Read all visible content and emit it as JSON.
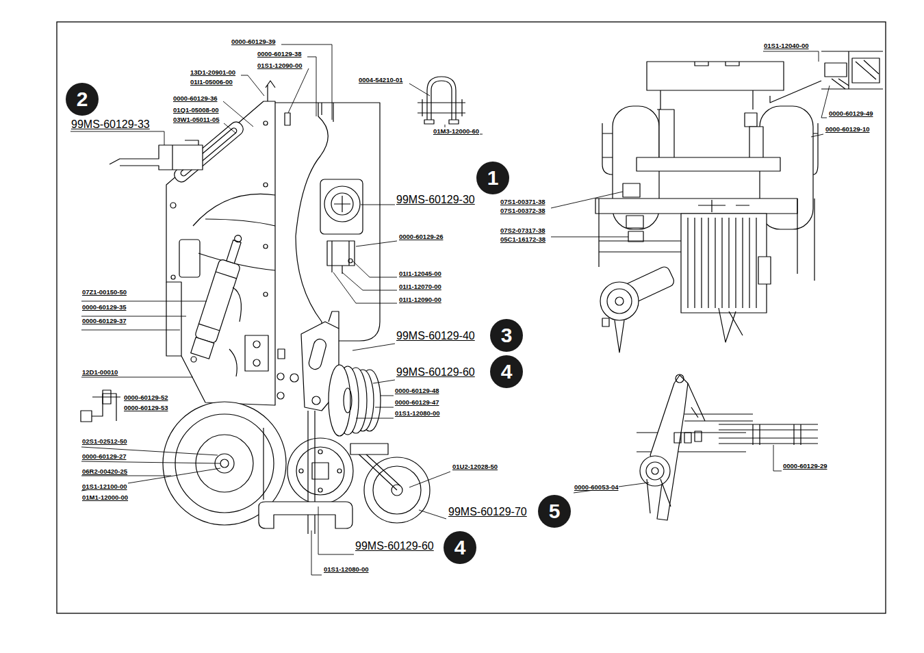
{
  "diagram": {
    "nodes": [
      {
        "text": [
          "2"
        ]
      },
      {
        "text": [
          "1"
        ]
      },
      {
        "text": [
          "3"
        ]
      },
      {
        "text": [
          "4"
        ]
      },
      {
        "text": [
          "5"
        ]
      },
      {
        "text": [
          "4"
        ]
      }
    ],
    "edges": [],
    "labels": [
      "0000-60129-39",
      "0000-60129-38",
      "01S1-12040-00",
      "01S1-12090-00",
      "13D1-20901-00",
      "0004-54210-01",
      "01I1-05006-00",
      "0000-60129-36",
      "01Q1-05008-00",
      "0000-60129-49",
      "03W1-05011-05",
      "99MS-60129-33",
      "0000-60129-10",
      "01M3-12000-60",
      "99MS-60129-30",
      "07S1-00371-38",
      "07S1-00372-38",
      "07S2-07317-38",
      "0000-60129-26",
      "05C1-16172-38",
      "01I1-12045-00",
      "01I1-12070-00",
      "07Z1-00150-50",
      "01I1-12090-00",
      "0000-60129-35",
      "0000-60129-37",
      "99MS-60129-40",
      "12D1-00010",
      "99MS-60129-60",
      "0000-60129-48",
      "0000-60129-52",
      "0000-60129-47",
      "0000-60129-53",
      "01S1-12080-00",
      "02S1-02512-50",
      "0000-60129-27",
      "0000-60129-29",
      "01U2-12028-50",
      "06R2-00420-25",
      "01S1-12100-00",
      "0000-60053-04",
      "01M1-12000-00",
      "99MS-60129-70",
      "99MS-60129-60",
      "01S1-12080-00"
    ]
  }
}
